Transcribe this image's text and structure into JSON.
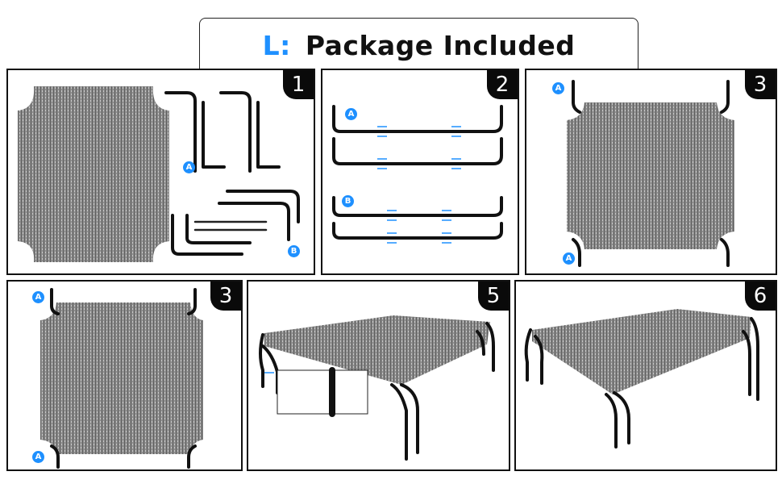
{
  "header": {
    "letter": "L:",
    "title": "Package Included"
  },
  "panels": [
    {
      "number": "1",
      "labels": [
        "A",
        "B"
      ]
    },
    {
      "number": "2",
      "labels": [
        "A",
        "B"
      ]
    },
    {
      "number": "3",
      "labels": [
        "A",
        "A"
      ]
    },
    {
      "number": "3",
      "labels": [
        "A",
        "A"
      ]
    },
    {
      "number": "5"
    },
    {
      "number": "6"
    }
  ],
  "colors": {
    "accent": "#1e90ff",
    "mesh": "#8a8a8a",
    "frame": "#111111"
  }
}
